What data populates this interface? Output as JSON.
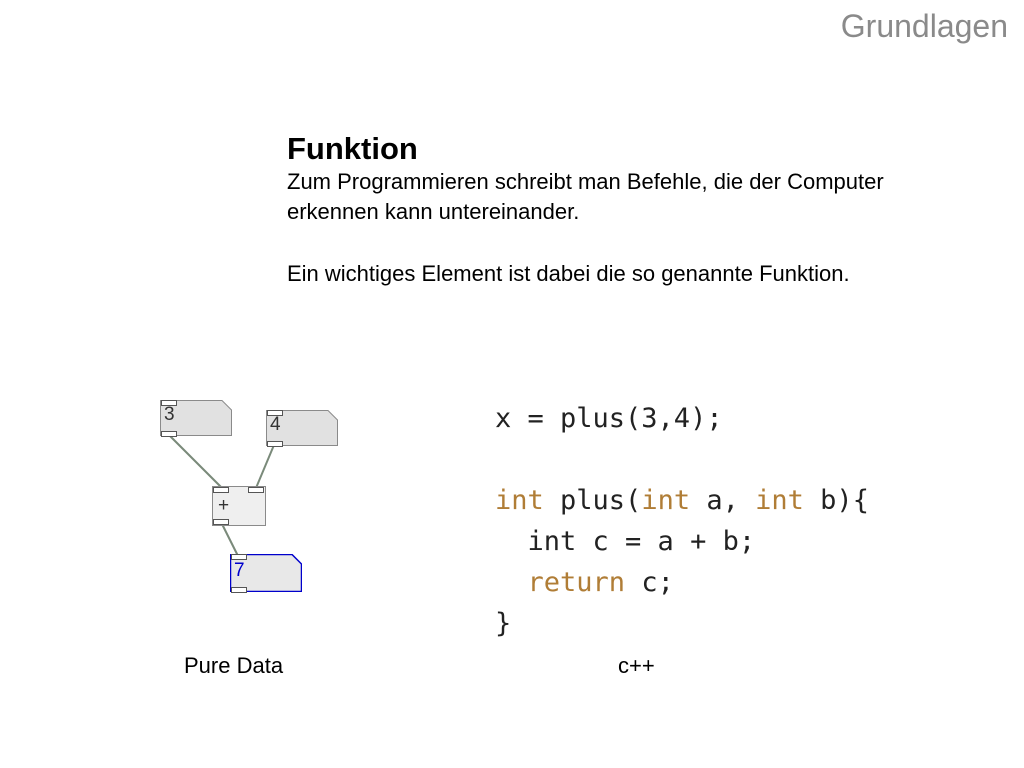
{
  "header": {
    "title": "Grundlagen"
  },
  "content": {
    "heading": "Funktion",
    "para1": "Zum Programmieren schreibt man Befehle, die der Computer erkennen kann untereinander.",
    "para2": "Ein wichtiges Element ist dabei die so genannte Funktion."
  },
  "pd": {
    "caption": "Pure Data",
    "num_a": "3",
    "num_b": "4",
    "operator": "+",
    "result": "7"
  },
  "code": {
    "caption": "c++",
    "line1": "x = plus(3,4);",
    "l3_kw1": "int",
    "l3_t1": " plus(",
    "l3_kw2": "int",
    "l3_t2": " a, ",
    "l3_kw3": "int",
    "l3_t3": " b){",
    "line4": "  int c = a + b;",
    "l5_indent": "  ",
    "l5_kw": "return",
    "l5_t": " c;",
    "line6": "}"
  },
  "colors": {
    "keyword": "#b07d36",
    "header": "#8a8a8a",
    "pd_selected": "#0000cc"
  }
}
